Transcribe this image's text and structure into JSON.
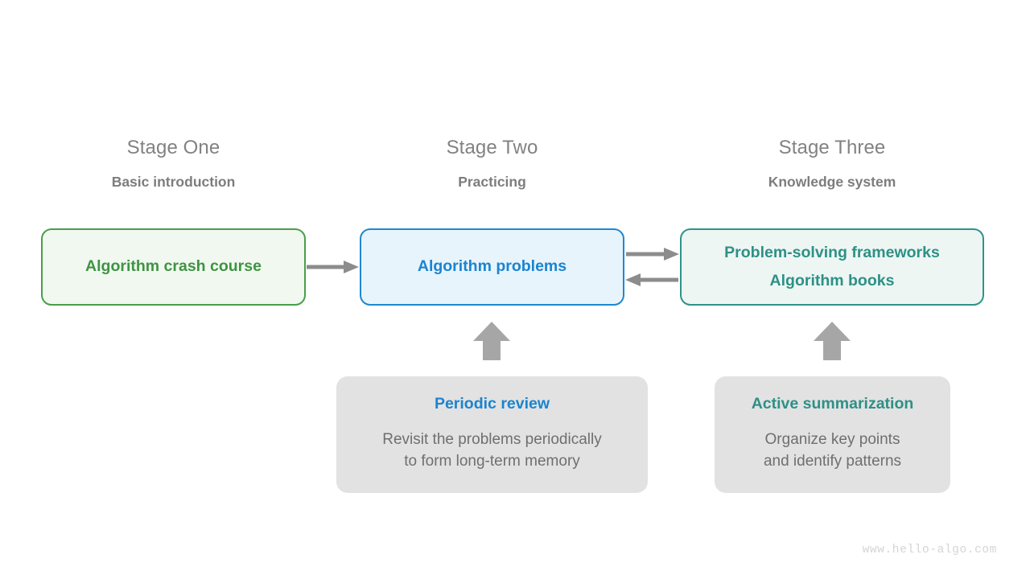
{
  "diagram": {
    "title_watermark": "www.hello-algo.com",
    "background": "#ffffff",
    "stages": [
      {
        "title": "Stage One",
        "subtitle": "Basic introduction",
        "node_lines": [
          "Algorithm crash course"
        ],
        "accent": "#4a9e4c",
        "fill": "#f1f8f0",
        "text_color": "#3f9343"
      },
      {
        "title": "Stage Two",
        "subtitle": "Practicing",
        "node_lines": [
          "Algorithm problems"
        ],
        "accent": "#1f88d2",
        "fill": "#e8f4fc",
        "text_color": "#1b84cf"
      },
      {
        "title": "Stage Three",
        "subtitle": "Knowledge system",
        "node_lines": [
          "Problem-solving frameworks",
          "Algorithm books"
        ],
        "accent": "#2f9389",
        "fill": "#edf6f3",
        "text_color": "#2e9086"
      }
    ],
    "cards": [
      {
        "title": "Periodic review",
        "body_line_1": "Revisit the problems periodically",
        "body_line_2": "to form long-term memory",
        "title_color": "#1b84cf",
        "fill": "#e2e2e2"
      },
      {
        "title": "Active summarization",
        "body_line_1": "Organize key points",
        "body_line_2": "and identify patterns",
        "title_color": "#2e9086",
        "fill": "#e2e2e2"
      }
    ],
    "connectors": [
      {
        "name": "green-to-blue",
        "direction": "right",
        "color": "#8c8c8c"
      },
      {
        "name": "blue-to-teal",
        "direction": "right",
        "color": "#8c8c8c"
      },
      {
        "name": "teal-to-blue",
        "direction": "left",
        "color": "#8c8c8c"
      },
      {
        "name": "review-to-blue",
        "direction": "up",
        "color": "#a6a6a6"
      },
      {
        "name": "summary-to-teal",
        "direction": "up",
        "color": "#a6a6a6"
      }
    ]
  }
}
